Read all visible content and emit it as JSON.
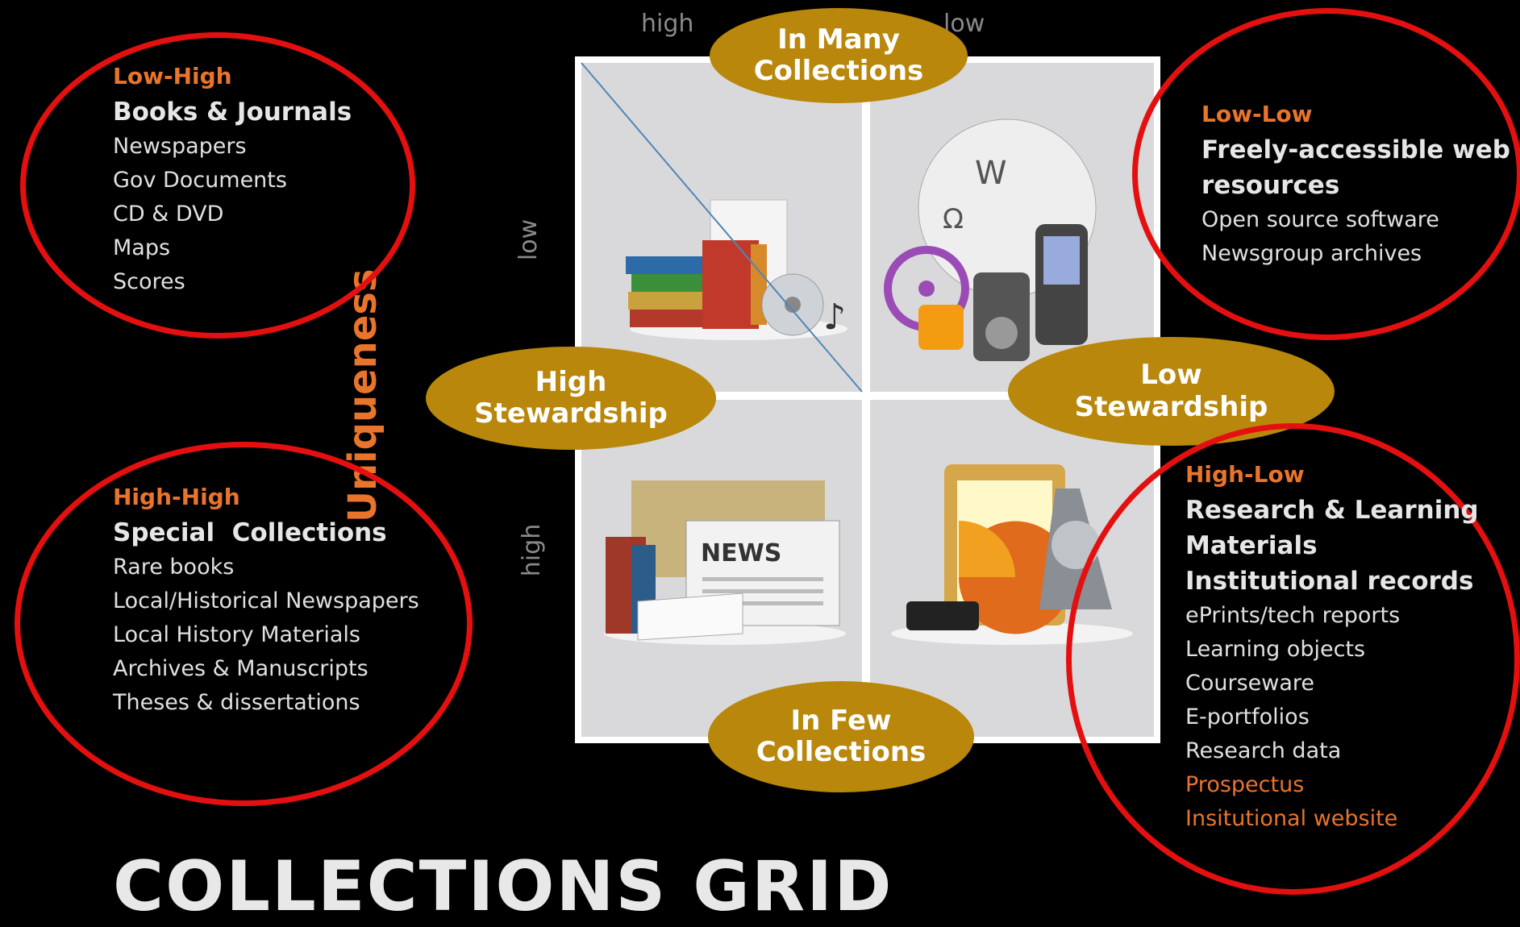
{
  "axis": {
    "top_high": "high",
    "top_low": "low",
    "left_low": "low",
    "left_high": "high",
    "uniqueness": "Uniqueness"
  },
  "ovals": {
    "top": [
      "In Many",
      "Collections"
    ],
    "left": [
      "High",
      "Stewardship"
    ],
    "right": [
      "Low",
      "Stewardship"
    ],
    "bottom": [
      "In Few",
      "Collections"
    ]
  },
  "quadrants": {
    "low_high": {
      "heading": "Low-High",
      "bold": [
        "Books & Journals"
      ],
      "items": [
        "Newspapers",
        "Gov Documents",
        "CD & DVD",
        "Maps",
        "Scores"
      ]
    },
    "low_low": {
      "heading": "Low-Low",
      "bold": [
        "Freely-accessible web",
        "resources"
      ],
      "items": [
        "Open source software",
        "Newsgroup archives"
      ]
    },
    "high_high": {
      "heading": "High-High",
      "bold": [
        "Special  Collections"
      ],
      "items": [
        "Rare books",
        "Local/Historical Newspapers",
        "Local History Materials",
        "Archives & Manuscripts",
        "Theses & dissertations"
      ]
    },
    "high_low": {
      "heading": "High-Low",
      "bold": [
        "Research & Learning",
        "Materials",
        "Institutional records"
      ],
      "items": [
        "ePrints/tech reports",
        "Learning objects",
        "Courseware",
        "E-portfolios",
        "Research data"
      ],
      "orange_items": [
        "Prospectus",
        "Insitutional website"
      ]
    }
  },
  "news_label": "NEWS",
  "title": "COLLECTIONS GRID",
  "colors": {
    "orange": "#e9742b",
    "gold": "#b8870b",
    "red": "#e4100f"
  }
}
